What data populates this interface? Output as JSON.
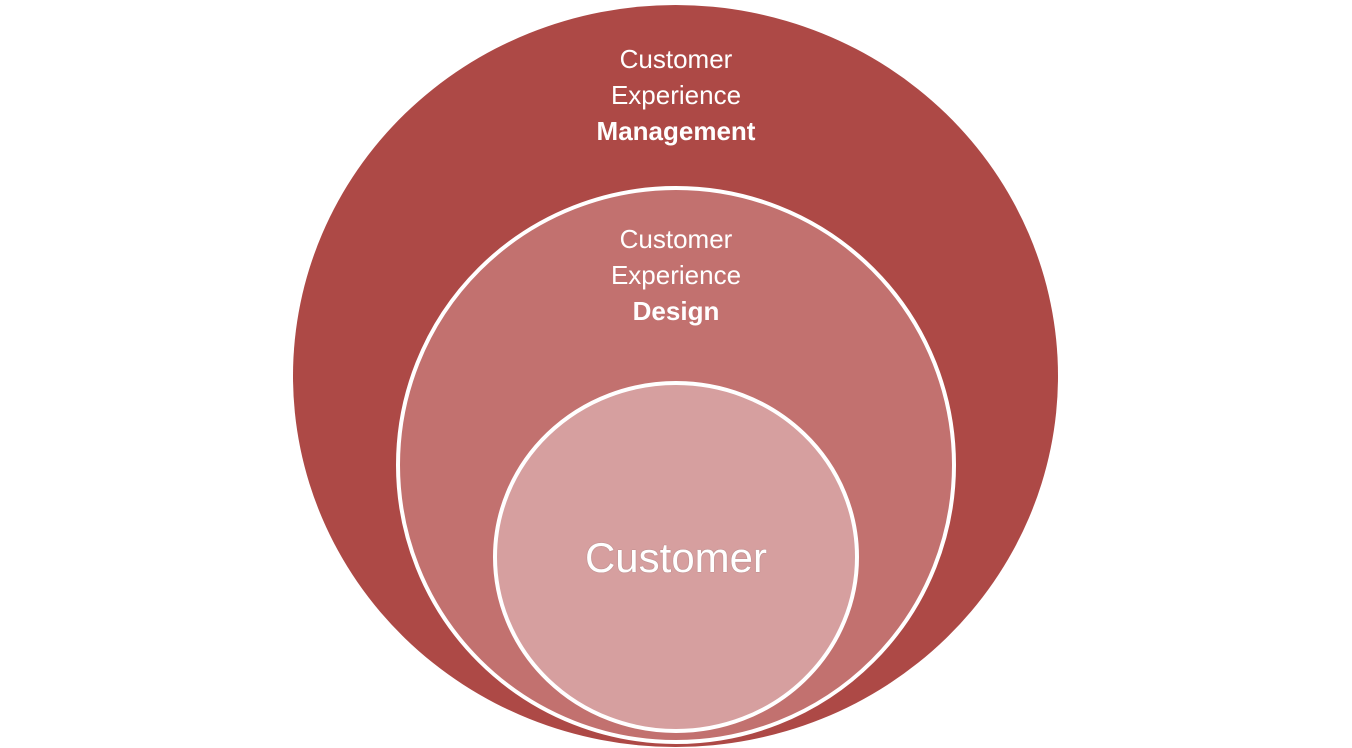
{
  "diagram": {
    "type": "nested-circles",
    "colors": {
      "outer_fill": "#ad4946",
      "middle_fill": "#c2716f",
      "inner_fill": "#d69f9f",
      "stroke": "#ffffff",
      "text": "#ffffff"
    },
    "layers": [
      {
        "id": "outer",
        "lines": [
          "Customer",
          "Experience"
        ],
        "emphasis": "Management"
      },
      {
        "id": "middle",
        "lines": [
          "Customer",
          "Experience"
        ],
        "emphasis": "Design"
      },
      {
        "id": "inner",
        "title": "Customer"
      }
    ]
  }
}
